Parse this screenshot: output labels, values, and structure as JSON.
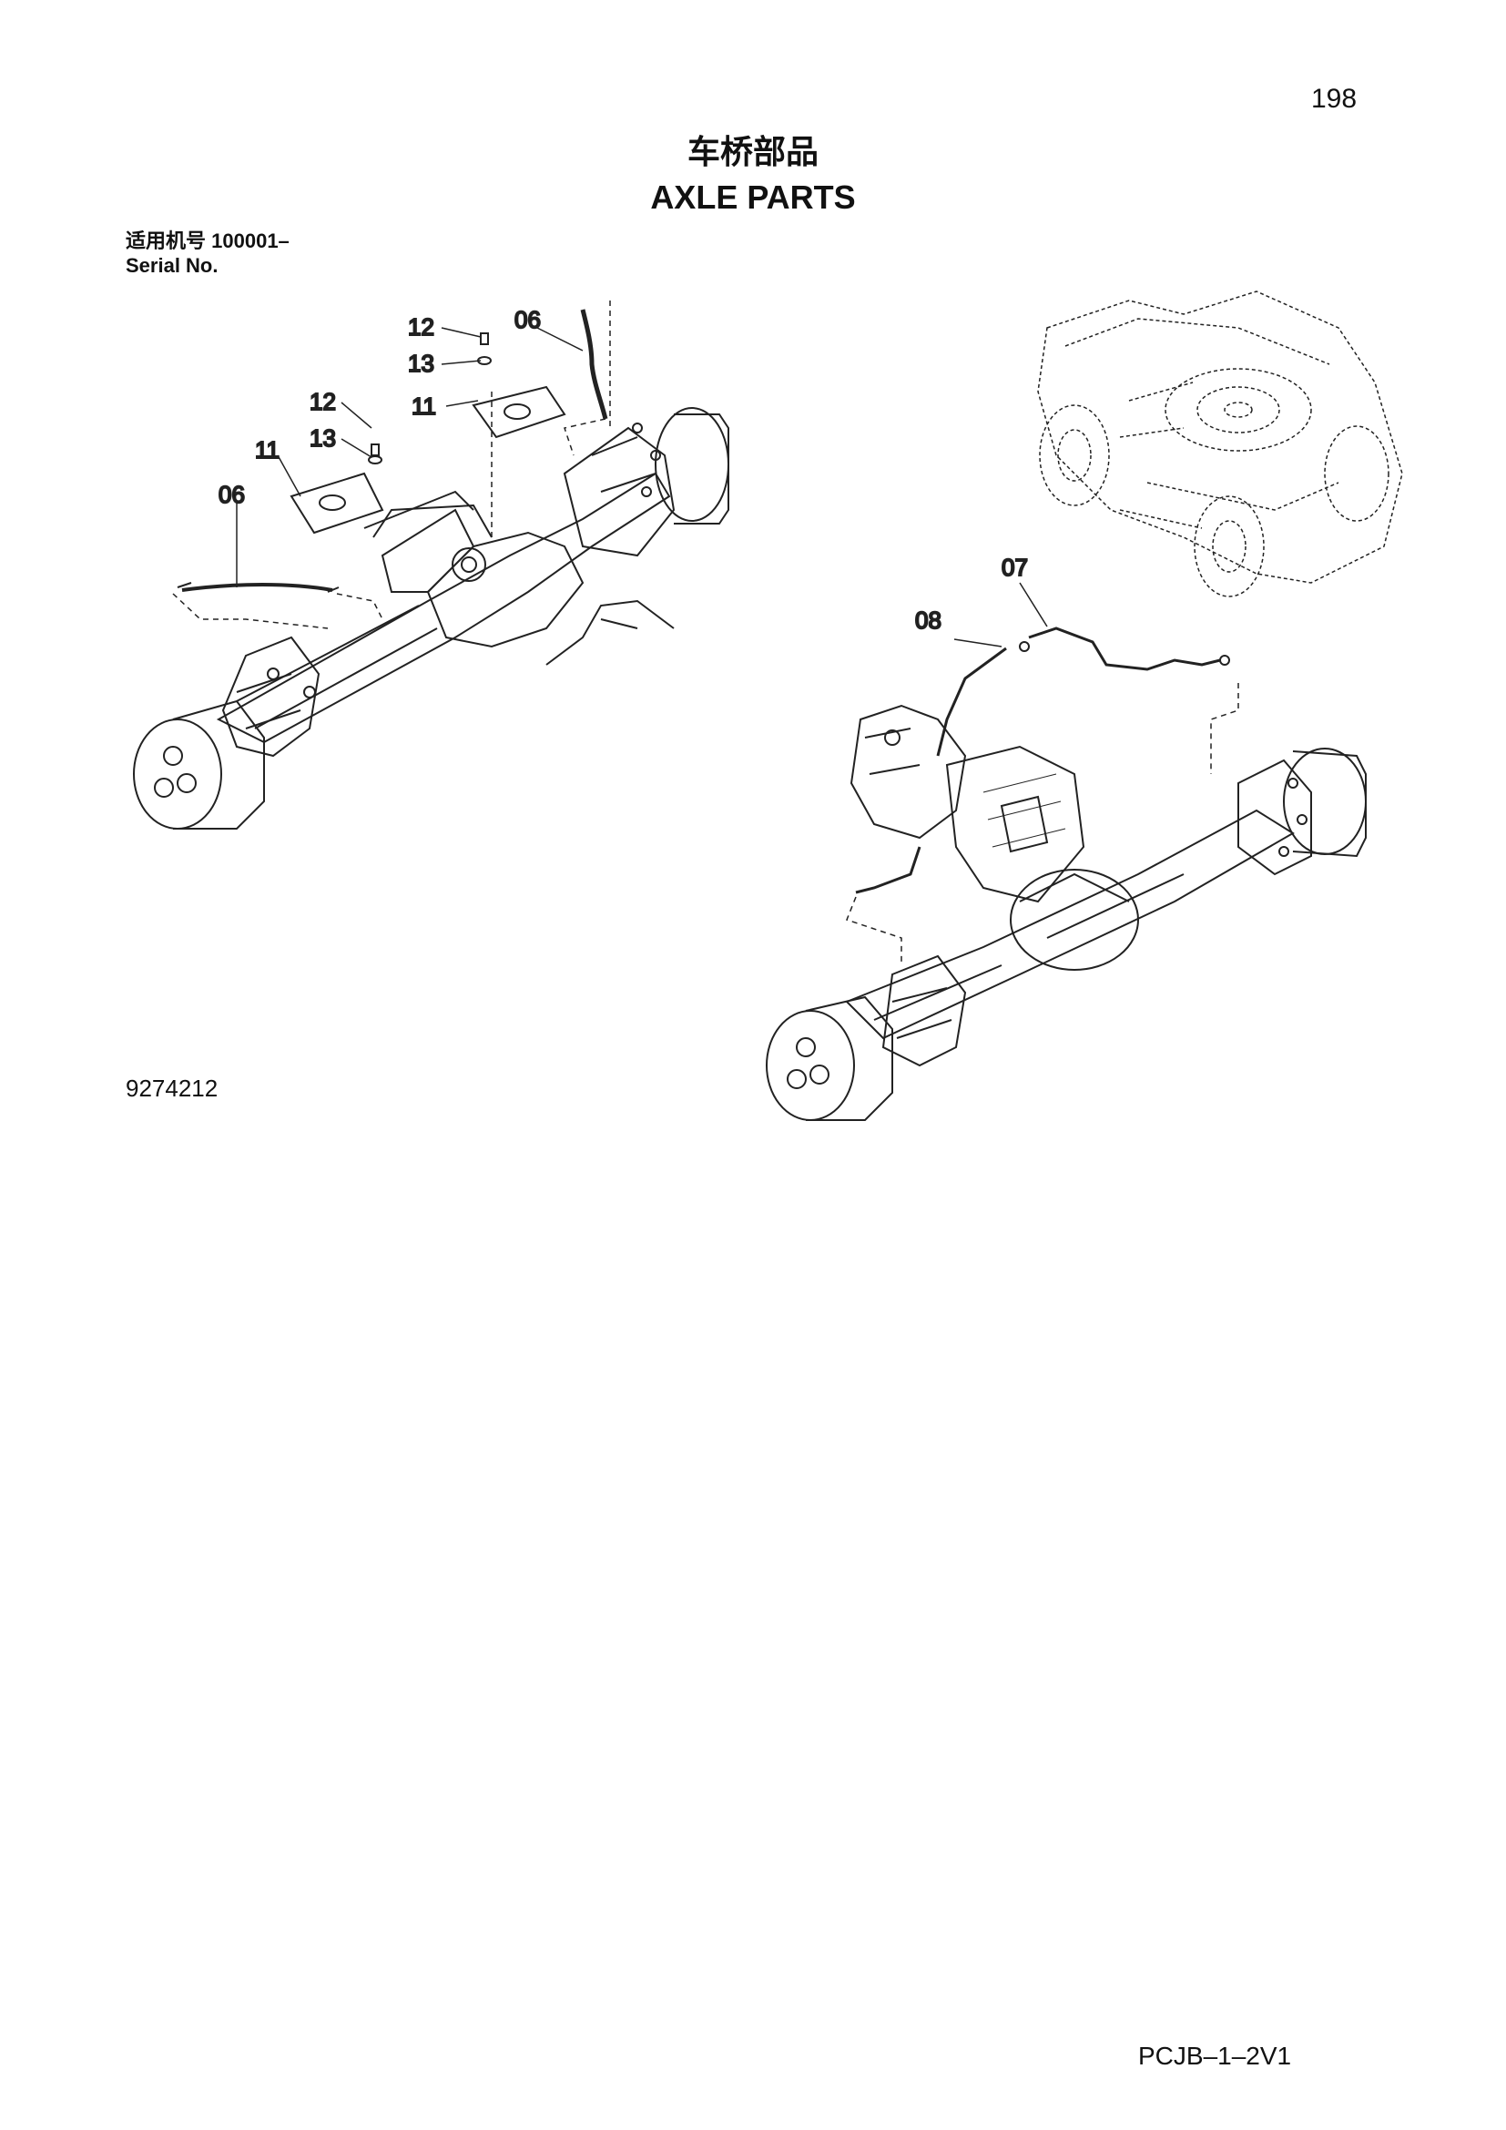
{
  "page": {
    "number": "198",
    "doc_code": "PCJB–1–2V1"
  },
  "title": {
    "cn": "车桥部品",
    "en": "AXLE PARTS"
  },
  "serial": {
    "cn_label": "适用机号",
    "value": "100001–",
    "en_label": "Serial No."
  },
  "drawing_number": "9274212",
  "callouts": {
    "c12a": "12",
    "c13a": "13",
    "c11a": "11",
    "c06a": "06",
    "c12b": "12",
    "c13b": "13",
    "c11b": "11",
    "c06b": "06",
    "c07": "07",
    "c08": "08"
  }
}
